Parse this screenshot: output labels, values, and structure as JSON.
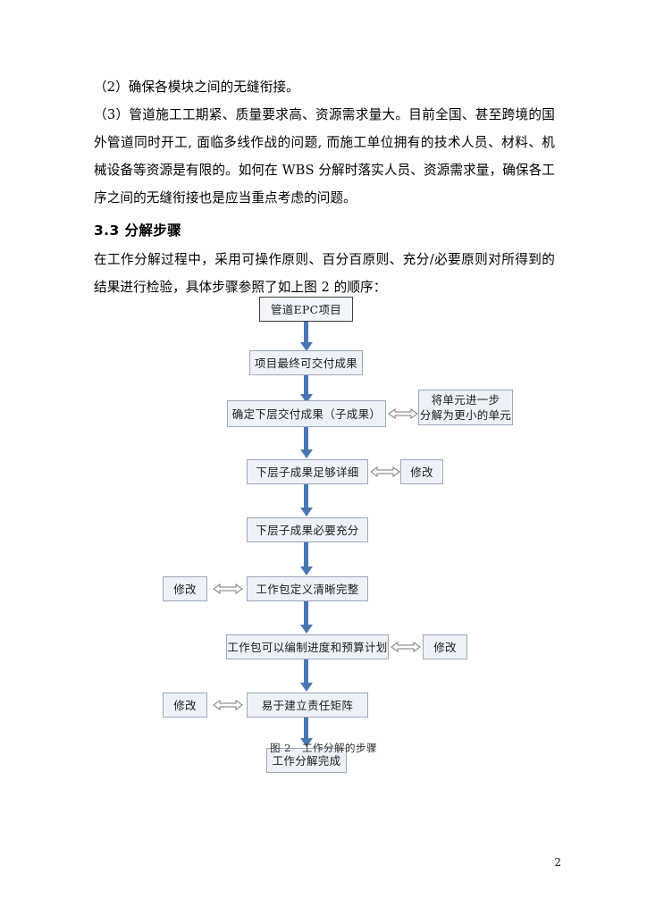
{
  "document": {
    "page_number": "2",
    "paragraphs": [
      "（2）确保各模块之间的无缝衔接。",
      "（3）管道施工工期紧、质量要求高、资源需求量大。目前全国、甚至跨境的国外管道同时开工, 面临多线作战的问题, 而施工单位拥有的技术人员、材料、机械设备等资源是有限的。如何在 WBS 分解时落实人员、资源需求量，确保各工序之间的无缝衔接也是应当重点考虑的问题。"
    ],
    "section_heading": "3.3  分解步骤",
    "intro_paragraph": "在工作分解过程中，采用可操作原则、百分百原则、充分/必要原则对所得到的结果进行检验，具体步骤参照了如上图 2 的顺序：",
    "figure_caption": "图 2　工作分解的步骤"
  },
  "flowchart": {
    "arrow_color": "#4a77b4",
    "box_fill": "#eef2f8",
    "box_border": "#9aa7bd",
    "root_border": "#3f3f3f",
    "nodes": [
      {
        "id": "root",
        "label": "管道EPC项目"
      },
      {
        "id": "final",
        "label": "项目最终可交付成果"
      },
      {
        "id": "sublevel",
        "label": "确定下层交付成果（子成果）"
      },
      {
        "id": "split",
        "label": "将单元进一步\n分解为更小的单元"
      },
      {
        "id": "detailed",
        "label": "下层子成果足够详细"
      },
      {
        "id": "revise1",
        "label": "修改"
      },
      {
        "id": "sufficient",
        "label": "下层子成果必要充分"
      },
      {
        "id": "wpclear",
        "label": "工作包定义清晰完整"
      },
      {
        "id": "revise2",
        "label": "修改"
      },
      {
        "id": "wpplan",
        "label": "工作包可以编制进度和预算计划"
      },
      {
        "id": "revise3",
        "label": "修改"
      },
      {
        "id": "matrix",
        "label": "易于建立责任矩阵"
      },
      {
        "id": "revise4",
        "label": "修改"
      },
      {
        "id": "done",
        "label": "工作分解完成"
      }
    ]
  }
}
